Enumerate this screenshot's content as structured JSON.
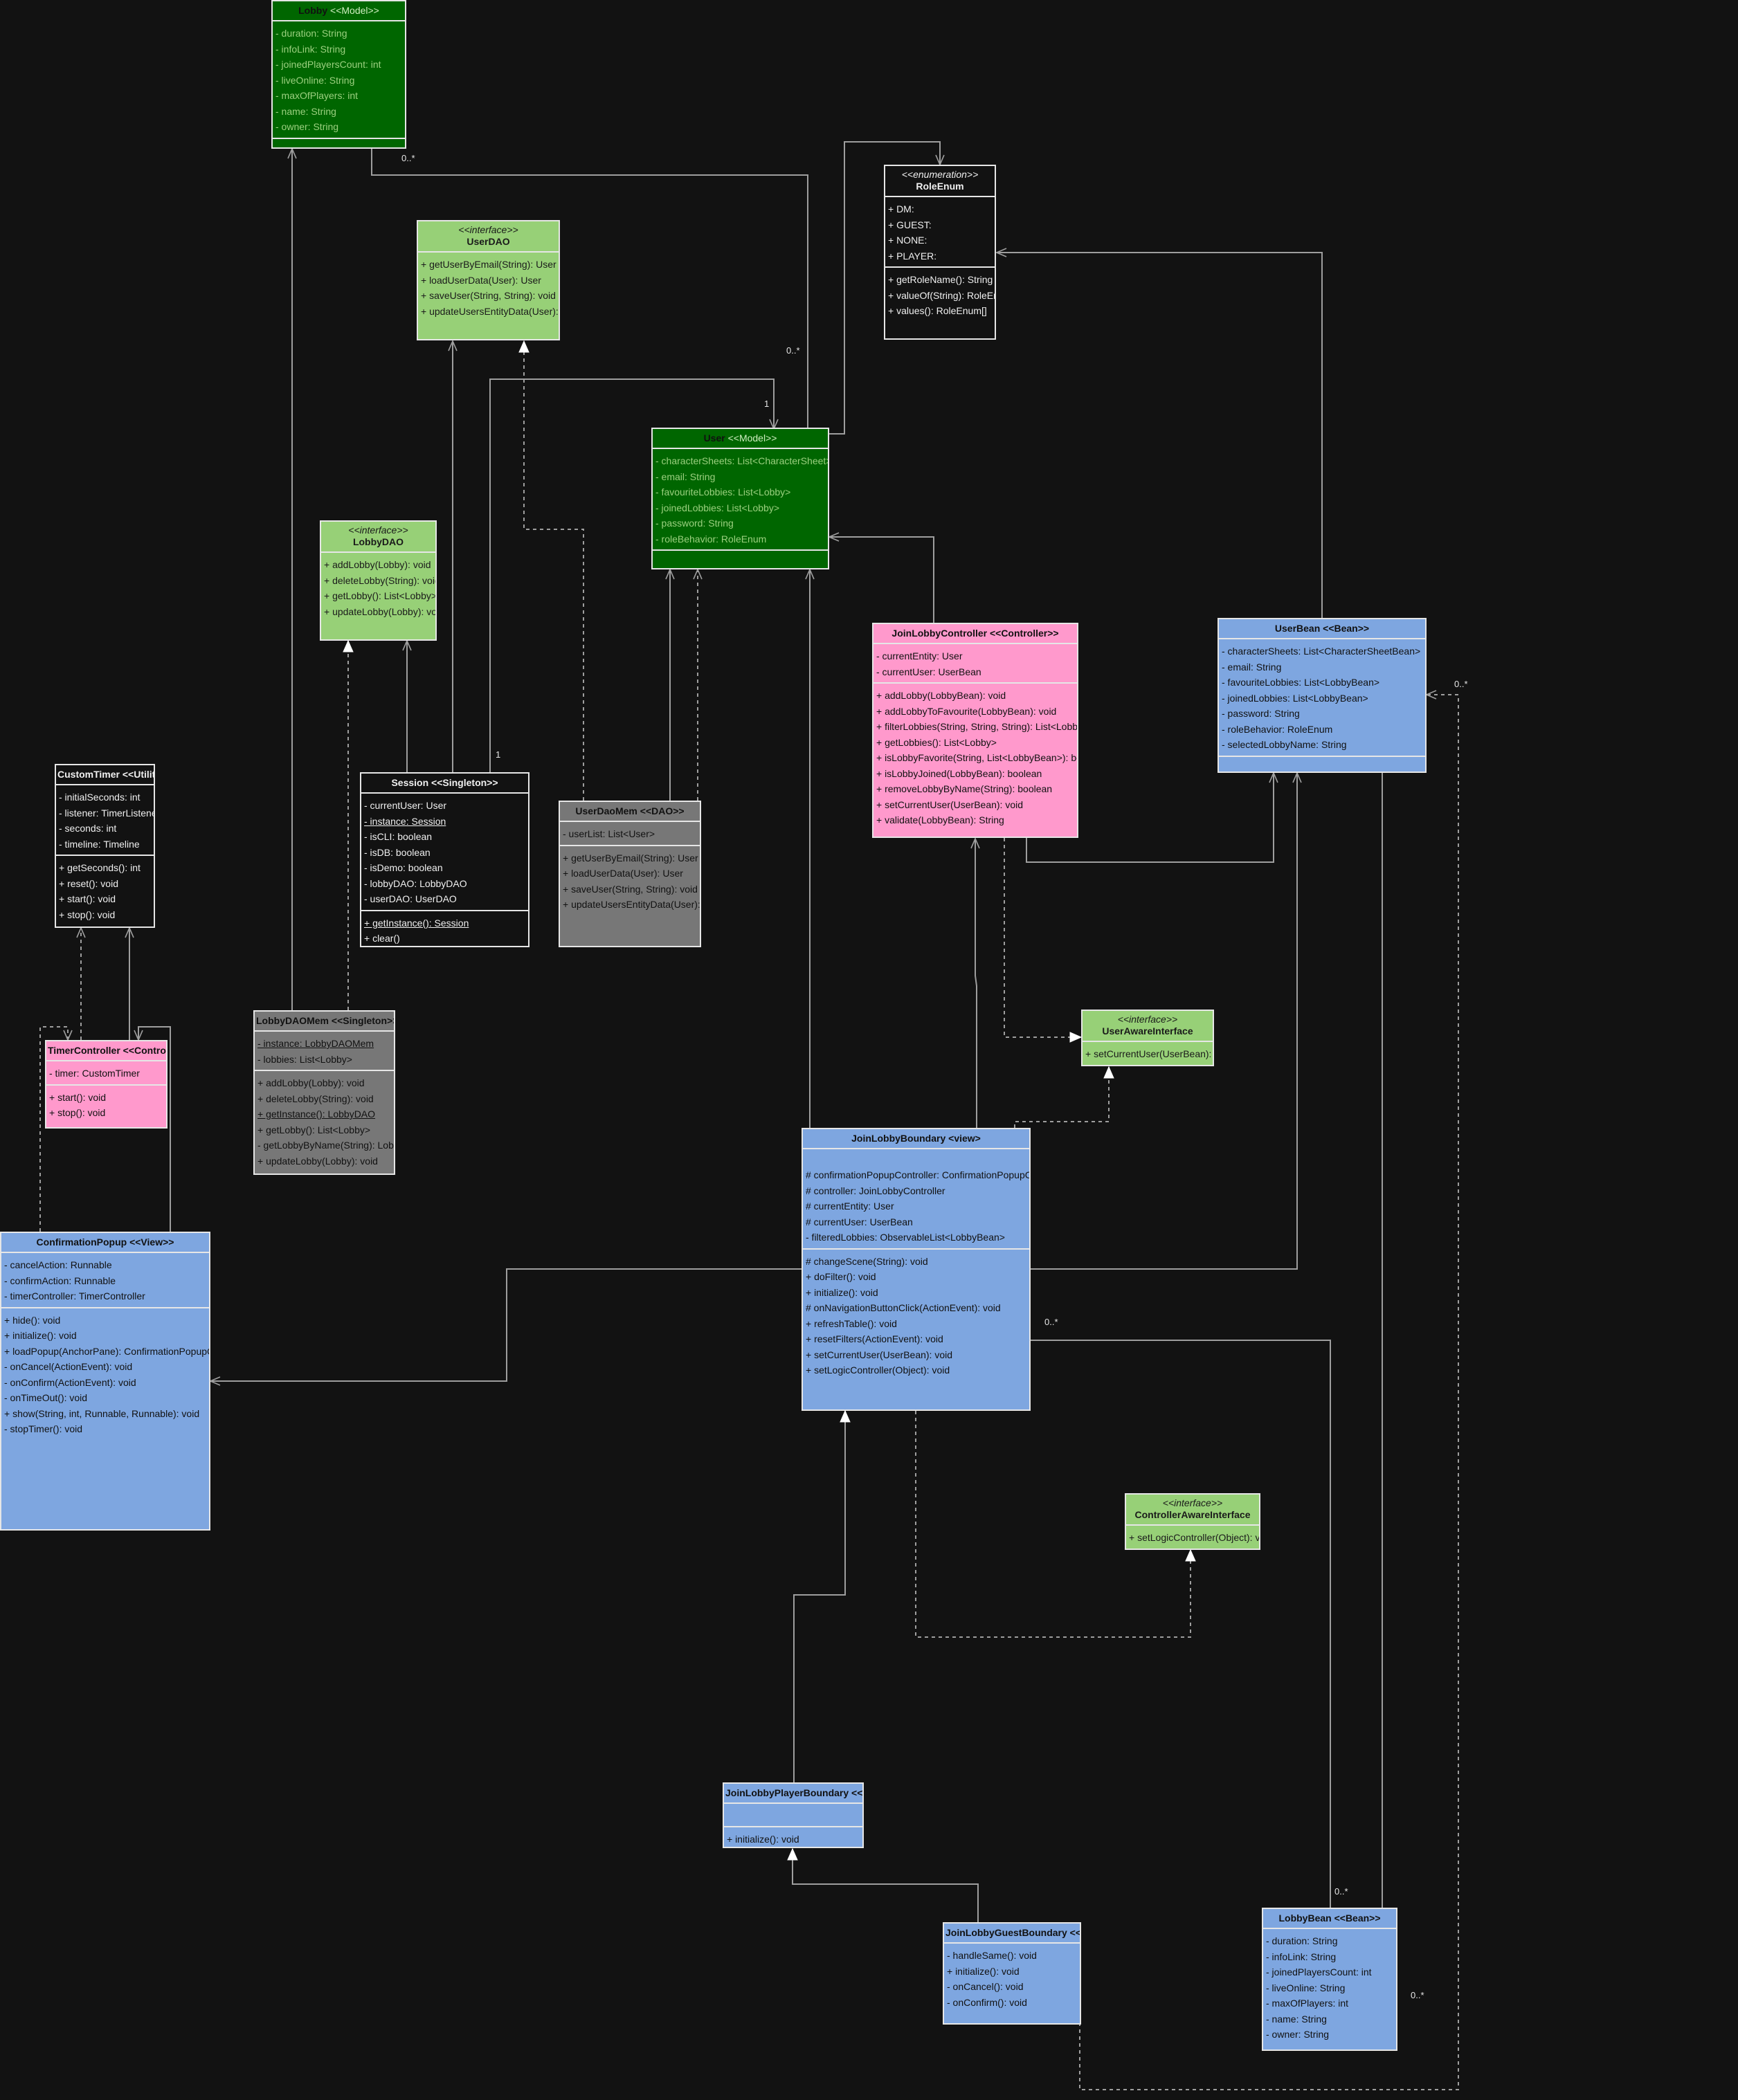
{
  "classes": {
    "lobby": {
      "stereotype": "",
      "name": "Lobby",
      "name2": "<<Model>>",
      "attrs": [
        "- duration: String",
        "- infoLink: String",
        "- joinedPlayersCount: int",
        "- liveOnline: String",
        "- maxOfPlayers: int",
        "- name: String",
        "- owner: String"
      ],
      "ops": []
    },
    "role_enum": {
      "stereotype": "<<enumeration>>",
      "name": "RoleEnum",
      "attrs": [
        "+ DM:",
        "+ GUEST:",
        "+ NONE:",
        "+ PLAYER:"
      ],
      "ops": [
        "+ getRoleName(): String",
        "+ valueOf(String): RoleEnum",
        "+ values(): RoleEnum[]"
      ]
    },
    "user_dao": {
      "stereotype": "<<interface>>",
      "name": "UserDAO",
      "attrs": [],
      "ops": [
        "+ getUserByEmail(String): User",
        "+ loadUserData(User): User",
        "+ saveUser(String, String): void",
        "+ updateUsersEntityData(User): void"
      ]
    },
    "user": {
      "stereotype": "",
      "name": "User",
      "name2": "<<Model>>",
      "attrs": [
        "- characterSheets: List<CharacterSheet>",
        "- email: String",
        "- favouriteLobbies: List<Lobby>",
        "- joinedLobbies: List<Lobby>",
        "- password: String",
        "- roleBehavior: RoleEnum"
      ],
      "ops": []
    },
    "lobby_dao": {
      "stereotype": "<<interface>>",
      "name": "LobbyDAO",
      "attrs": [],
      "ops": [
        "+ addLobby(Lobby): void",
        "+ deleteLobby(String): void",
        "+ getLobby(): List<Lobby>",
        "+ updateLobby(Lobby): void"
      ]
    },
    "join_lobby_controller": {
      "stereotype": "",
      "name": "JoinLobbyController <<Controller>>",
      "attrs": [
        "- currentEntity: User",
        "- currentUser: UserBean"
      ],
      "ops": [
        "+ addLobby(LobbyBean): void",
        "+ addLobbyToFavourite(LobbyBean): void",
        "+ filterLobbies(String, String, String): List<LobbyBean>",
        "+ getLobbies(): List<Lobby>",
        "+ isLobbyFavorite(String, List<LobbyBean>): boolean",
        "+ isLobbyJoined(LobbyBean): boolean",
        "+ removeLobbyByName(String): boolean",
        "+ setCurrentUser(UserBean): void",
        "+ validate(LobbyBean): String"
      ]
    },
    "user_bean": {
      "stereotype": "",
      "name": "UserBean <<Bean>>",
      "attrs": [
        "- characterSheets: List<CharacterSheetBean>",
        "- email: String",
        "- favouriteLobbies: List<LobbyBean>",
        "- joinedLobbies: List<LobbyBean>",
        "- password: String",
        "- roleBehavior: RoleEnum",
        "- selectedLobbyName: String"
      ],
      "ops": []
    },
    "custom_timer": {
      "stereotype": "",
      "name": "CustomTimer <<Utility>>",
      "attrs": [
        "- initialSeconds: int",
        "- listener: TimerListener",
        "- seconds: int",
        "- timeline: Timeline"
      ],
      "ops": [
        "+ getSeconds(): int",
        "+ reset(): void",
        "+ start(): void",
        "+ stop(): void"
      ]
    },
    "session": {
      "stereotype": "",
      "name": "Session <<Singleton>>",
      "attrs": [
        "- currentUser: User",
        "- instance: Session",
        "- isCLI: boolean",
        "- isDB: boolean",
        "- isDemo: boolean",
        "- lobbyDAO: LobbyDAO",
        "- userDAO: UserDAO"
      ],
      "ops": [
        "+ getInstance(): Session",
        "+ clear()"
      ]
    },
    "user_dao_mem": {
      "stereotype": "",
      "name": "UserDaoMem <<DAO>>",
      "attrs": [
        "- userList: List<User>"
      ],
      "ops": [
        "+ getUserByEmail(String): User",
        "+ loadUserData(User): User",
        "+ saveUser(String, String): void",
        "+ updateUsersEntityData(User): void"
      ]
    },
    "user_aware_interface": {
      "stereotype": "<<interface>>",
      "name": "UserAwareInterface",
      "attrs": [],
      "ops": [
        "+ setCurrentUser(UserBean): void"
      ]
    },
    "lobby_dao_mem": {
      "stereotype": "",
      "name": "LobbyDAOMem <<Singleton>>",
      "attrs": [
        "- instance: LobbyDAOMem",
        "- lobbies: List<Lobby>"
      ],
      "ops": [
        "+ addLobby(Lobby): void",
        "+ deleteLobby(String): void",
        "+ getInstance(): LobbyDAO",
        "+ getLobby(): List<Lobby>",
        "- getLobbyByName(String): Lobby",
        "+ updateLobby(Lobby): void"
      ]
    },
    "timer_controller": {
      "stereotype": "",
      "name": "TimerController <<Controller>>",
      "attrs": [
        "- timer: CustomTimer"
      ],
      "ops": [
        "+ start(): void",
        "+ stop(): void"
      ]
    },
    "join_lobby_boundary": {
      "stereotype": "",
      "name": "JoinLobbyBoundary <view>",
      "attrs": [
        "# confirmationPopupController: ConfirmationPopupController",
        "# controller: JoinLobbyController",
        "# currentEntity: User",
        "# currentUser: UserBean",
        "- filteredLobbies: ObservableList<LobbyBean>"
      ],
      "ops": [
        "# changeScene(String): void",
        "+ doFilter(): void",
        "+ initialize(): void",
        "# onNavigationButtonClick(ActionEvent): void",
        "+ refreshTable(): void",
        "+ resetFilters(ActionEvent): void",
        "+ setCurrentUser(UserBean): void",
        "+ setLogicController(Object): void"
      ]
    },
    "confirmation_popup": {
      "stereotype": "",
      "name": "ConfirmationPopup <<View>>",
      "attrs": [
        "- cancelAction: Runnable",
        "- confirmAction: Runnable",
        "- timerController: TimerController"
      ],
      "ops": [
        "+ hide(): void",
        "+ initialize(): void",
        "+ loadPopup(AnchorPane): ConfirmationPopupController",
        "- onCancel(ActionEvent): void",
        "- onConfirm(ActionEvent): void",
        "- onTimeOut(): void",
        "+ show(String, int, Runnable, Runnable): void",
        "- stopTimer(): void"
      ]
    },
    "controller_aware_interface": {
      "stereotype": "<<interface>>",
      "name": "ControllerAwareInterface",
      "attrs": [],
      "ops": [
        "+ setLogicController(Object): void"
      ]
    },
    "join_lobby_player_boundary": {
      "stereotype": "",
      "name": "JoinLobbyPlayerBoundary <<View>>",
      "attrs": [],
      "ops": [
        "+ initialize(): void"
      ]
    },
    "join_lobby_guest_boundary": {
      "stereotype": "",
      "name": "JoinLobbyGuestBoundary <<View>>",
      "attrs": [
        "- handleSame(): void",
        "+ initialize(): void",
        "- onCancel(): void",
        "- onConfirm(): void"
      ],
      "ops": []
    },
    "lobby_bean": {
      "stereotype": "",
      "name": "LobbyBean <<Bean>>",
      "attrs": [
        "- duration: String",
        "- infoLink: String",
        "- joinedPlayersCount: int",
        "- liveOnline: String",
        "- maxOfPlayers: int",
        "- name: String",
        "- owner: String"
      ],
      "ops": []
    }
  },
  "multiplicities": {
    "lobby_user": "0..*",
    "user_lobby": "0..*",
    "session_user_top": "1",
    "session_user_bottom": "1",
    "userbean_guest": "0..*",
    "boundary_lobbybean": "0..*",
    "lobbybean_top": "0..*",
    "lobbybean_right": "0..*"
  },
  "colors": {
    "background": "#121212",
    "model": "#006600",
    "interface": "#97d077",
    "bean": "#7ea6e0",
    "controller": "#ff99cc",
    "dao": "#777777",
    "line": "#9e9e9e"
  }
}
